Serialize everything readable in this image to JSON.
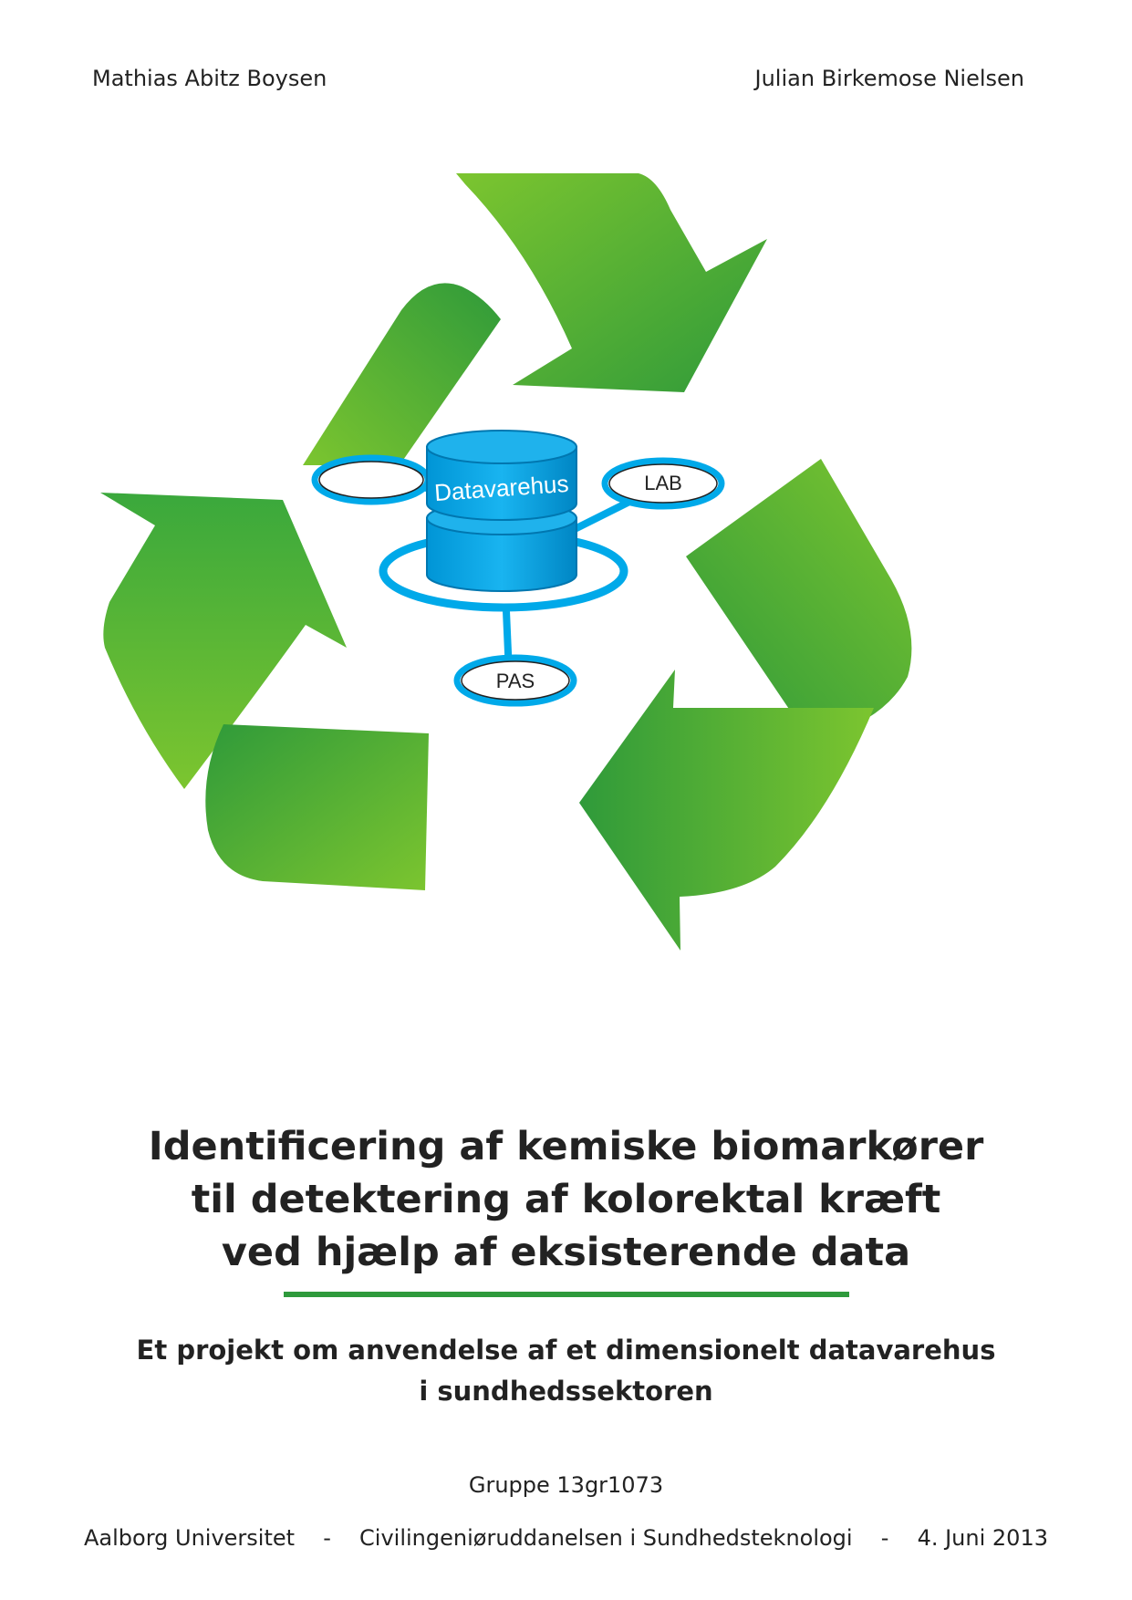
{
  "authors": {
    "left": "Mathias Abitz Boysen",
    "right": "Julian Birkemose Nielsen"
  },
  "figure": {
    "cylinder_label": "Datavarehus",
    "source_lab": "LAB",
    "source_pas": "PAS",
    "colors": {
      "green_light": "#7cc52f",
      "green_dark": "#2f9a3a",
      "blue": "#00a9e9",
      "blue_dark": "#0086c4"
    }
  },
  "title": {
    "line1": "Identificering af kemiske biomarkører",
    "line2": "til detektering af kolorektal kræft",
    "line3": "ved hjælp af eksisterende data"
  },
  "subtitle": {
    "line1": "Et projekt om anvendelse af et dimensionelt datavarehus",
    "line2": "i sundhedssektoren"
  },
  "group": "Gruppe 13gr1073",
  "footer": {
    "university": "Aalborg Universitet",
    "sep1": "-",
    "program": "Civilingeniøruddanelsen i Sundhedsteknologi",
    "sep2": "-",
    "date": "4. Juni 2013"
  }
}
